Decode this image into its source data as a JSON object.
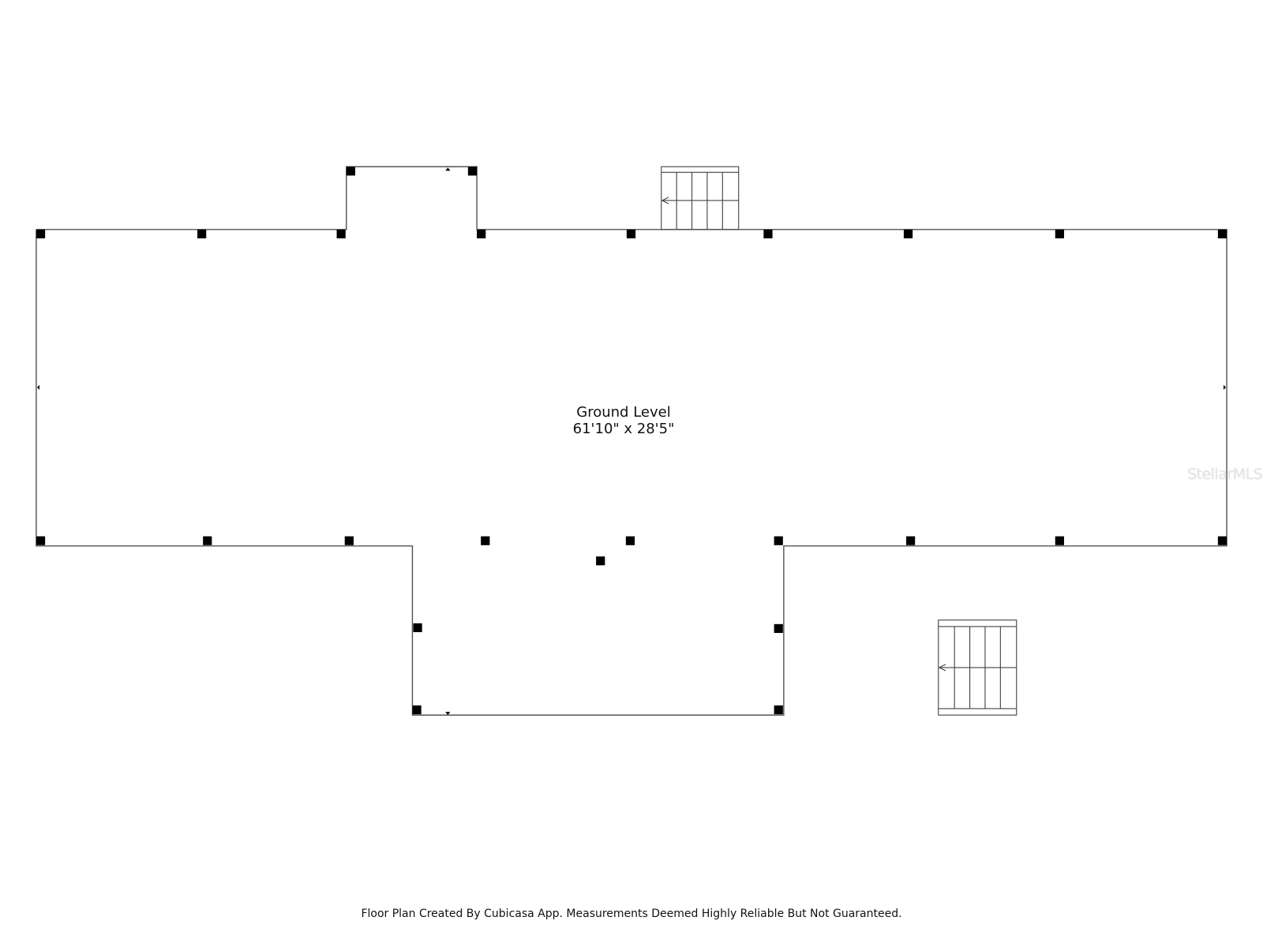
{
  "plan": {
    "level_name": "Ground Level",
    "dimensions": "61'10\" x 28'5\"",
    "watermark": "StellarMLS",
    "footer": "Floor Plan Created By Cubicasa App. Measurements Deemed Highly Reliable But Not Guaranteed.",
    "colors": {
      "wall": "#555555",
      "post": "#000000",
      "background": "#ffffff"
    },
    "stairs": [
      {
        "name": "stairs-top",
        "treads": 5,
        "direction": "left"
      },
      {
        "name": "stairs-bottom-right",
        "treads": 5,
        "direction": "left"
      }
    ]
  }
}
